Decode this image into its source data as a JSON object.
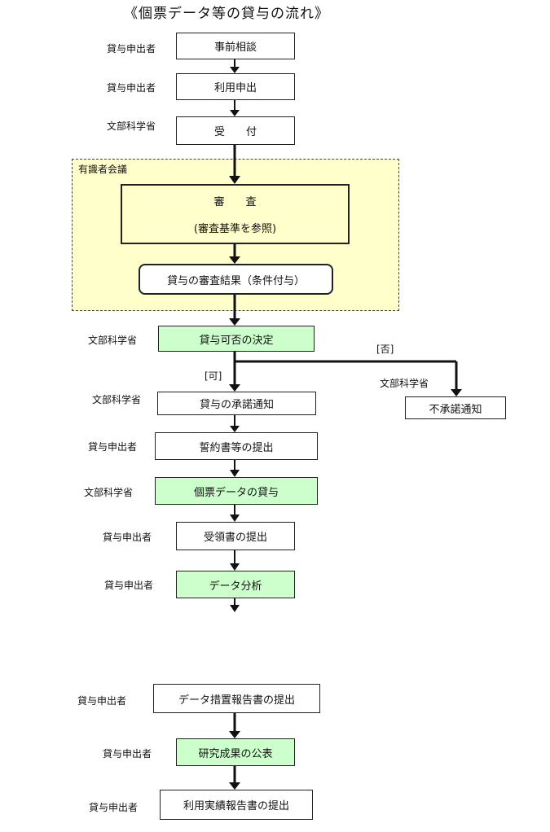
{
  "title": "《個票データ等の貸与の流れ》",
  "panel_label": "有識者会議",
  "steps": [
    {
      "label": "事前相談",
      "actor": "貸与申出者"
    },
    {
      "label": "利用申出",
      "actor": "貸与申出者"
    },
    {
      "label": "受　　付",
      "actor": "文部科学省"
    },
    {
      "label": "審　　査",
      "sublabel": "(審査基準を参照)"
    },
    {
      "label": "貸与の審査結果（条件付与）"
    },
    {
      "label": "貸与可否の決定",
      "actor": "文部科学省"
    },
    {
      "label": "貸与の承諾通知",
      "actor": "文部科学省"
    },
    {
      "label": "誓約書等の提出",
      "actor": "貸与申出者"
    },
    {
      "label": "個票データの貸与",
      "actor": "文部科学省"
    },
    {
      "label": "受領書の提出",
      "actor": "貸与申出者"
    },
    {
      "label": "データ分析",
      "actor": "貸与申出者"
    },
    {
      "label": "データ措置報告書の提出",
      "actor": "貸与申出者"
    },
    {
      "label": "研究成果の公表",
      "actor": "貸与申出者"
    },
    {
      "label": "利用実績報告書の提出",
      "actor": "貸与申出者"
    }
  ],
  "branch": {
    "yes_label": "[可]",
    "no_label": "[否]",
    "reject_box": "不承諾通知",
    "reject_actor": "文部科学省"
  },
  "colors": {
    "green_fill": "#ccffcc",
    "yellow_fill": "#ffffcc",
    "line": "#111111"
  }
}
